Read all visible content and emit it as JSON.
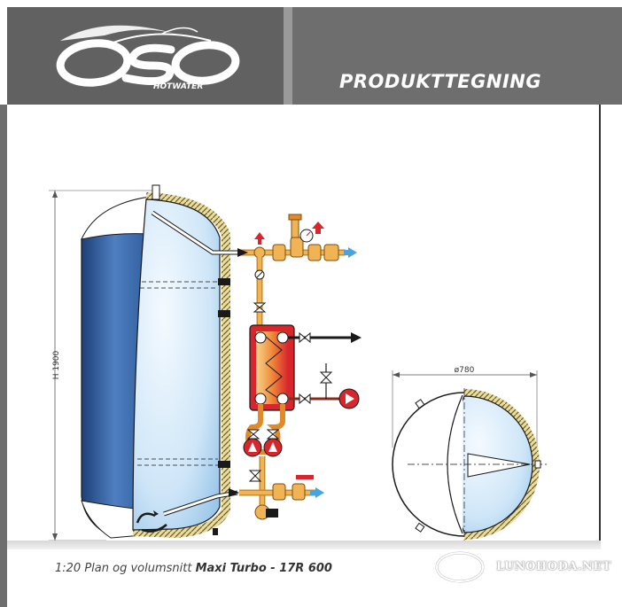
{
  "header": {
    "brand": "OSO",
    "sub_brand": "HOTWATER",
    "title": "PRODUKTTEGNING"
  },
  "dimensions": {
    "height_label": "H 1900",
    "diameter_label": "ø780"
  },
  "caption": {
    "scale_text": "1:20 Plan og volumsnitt ",
    "model_text": "Maxi Turbo - 17R 600"
  },
  "watermark": {
    "text": "LUNOHODA.NET"
  },
  "colors": {
    "header_bg": "#6e6e6e",
    "water_light": "#e6f3fc",
    "water_dark": "#9fc8ea",
    "tank_outer_blue": "#2b5a9c",
    "pipe": "#e8a23a",
    "hot_arrow": "#d8262d",
    "cold_arrow": "#4aa3db",
    "insulation": "#e9dca0"
  }
}
